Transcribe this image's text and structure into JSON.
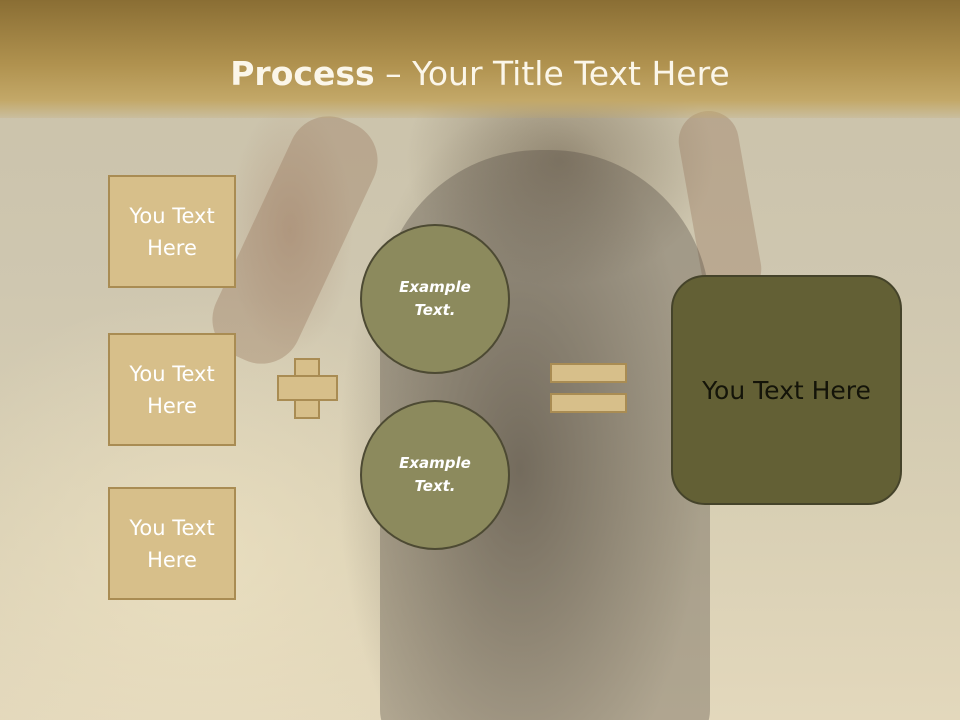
{
  "title": {
    "bold": "Process",
    "rest": " – Your Title Text Here"
  },
  "inputs": [
    {
      "label": "You Text Here"
    },
    {
      "label": "You Text Here"
    },
    {
      "label": "You Text Here"
    }
  ],
  "circles": [
    {
      "label": "Example Text."
    },
    {
      "label": "Example Text."
    }
  ],
  "result": {
    "label": "You Text Here"
  },
  "colors": {
    "header": "#b0924f",
    "box_fill": "#d7bf8a",
    "box_border": "#a98c53",
    "circle_fill": "#8c8a5d",
    "result_fill": "#636035"
  }
}
